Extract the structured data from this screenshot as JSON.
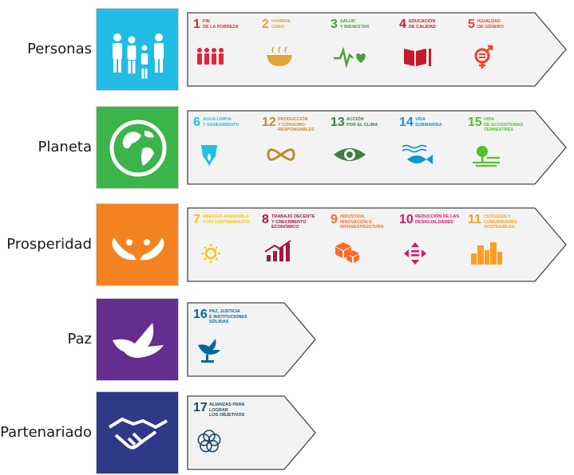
{
  "pillars": [
    {
      "label": "Personas",
      "color": "#21BCE4",
      "icon": "family-icon",
      "goals": [
        {
          "number": "1",
          "text": "FIN\nDE LA POBREZA",
          "color": "#E5243B",
          "icon": "family-icon"
        },
        {
          "number": "2",
          "text": "HAMBRE\nCERO",
          "color": "#DDA63A",
          "icon": "food-bowl-icon"
        },
        {
          "number": "3",
          "text": "SALUD\nY BIENESTAR",
          "color": "#4C9F38",
          "icon": "heartbeat-icon"
        },
        {
          "number": "4",
          "text": "EDUCACIÓN\nDE CALIDAD",
          "color": "#C5192D",
          "icon": "book-icon"
        },
        {
          "number": "5",
          "text": "IGUALDAD\nDE GÉNERO",
          "color": "#FF3A21",
          "icon": "gender-equality-icon"
        }
      ]
    },
    {
      "label": "Planeta",
      "color": "#3BB54A",
      "icon": "globe-icon",
      "goals": [
        {
          "number": "6",
          "text": "AGUA LIMPIA\nY SANEAMIENTO",
          "color": "#26BDE2",
          "icon": "water-drop-icon"
        },
        {
          "number": "12",
          "text": "PRODUCCIÓN\nY CONSUMO\nRESPONSABLES",
          "color": "#BF8B2E",
          "icon": "infinity-icon"
        },
        {
          "number": "13",
          "text": "ACCIÓN\nPOR EL CLIMA",
          "color": "#3F7E44",
          "icon": "eye-globe-icon"
        },
        {
          "number": "14",
          "text": "VIDA\nSUBMARINA",
          "color": "#0A97D9",
          "icon": "fish-icon"
        },
        {
          "number": "15",
          "text": "VIDA\nDE ECOSISTEMAS\nTERRESTRES",
          "color": "#56C02B",
          "icon": "tree-icon"
        }
      ]
    },
    {
      "label": "Prosperidad",
      "color": "#F58220",
      "icon": "hands-icon",
      "goals": [
        {
          "number": "7",
          "text": "ENERGÍA ASEQUIBLE\nY NO CONTAMINANTE",
          "color": "#FCC30B",
          "icon": "sun-icon"
        },
        {
          "number": "8",
          "text": "TRABAJO DECENTE\nY CRECIMIENTO\nECONÓMICO",
          "color": "#A21942",
          "icon": "growth-chart-icon"
        },
        {
          "number": "9",
          "text": "INDUSTRIA,\nINNOVACIÓN E\nINFRAESTRUCTURA",
          "color": "#FD6925",
          "icon": "cubes-icon"
        },
        {
          "number": "10",
          "text": "REDUCCIÓN DE LAS\nDESIGUALDADES",
          "color": "#DD1367",
          "icon": "equality-arrows-icon"
        },
        {
          "number": "11",
          "text": "CIUDADES Y\nCOMUNIDADES\nSOSTENIBLES",
          "color": "#FD9D24",
          "icon": "city-icon"
        }
      ]
    },
    {
      "label": "Paz",
      "color": "#662D91",
      "icon": "dove-icon",
      "goals": [
        {
          "number": "16",
          "text": "PAZ, JUSTICIA\nE INSTITUCIONES\nSÓLIDAS",
          "color": "#00689D",
          "icon": "dove-gavel-icon"
        }
      ]
    },
    {
      "label": "Partenariado",
      "color": "#2E3A87",
      "icon": "handshake-icon",
      "goals": [
        {
          "number": "17",
          "text": "ALIANZAS PARA\nLOGRAR\nLOS OBJETIVOS",
          "color": "#19486A",
          "icon": "flower-rings-icon"
        }
      ]
    }
  ]
}
